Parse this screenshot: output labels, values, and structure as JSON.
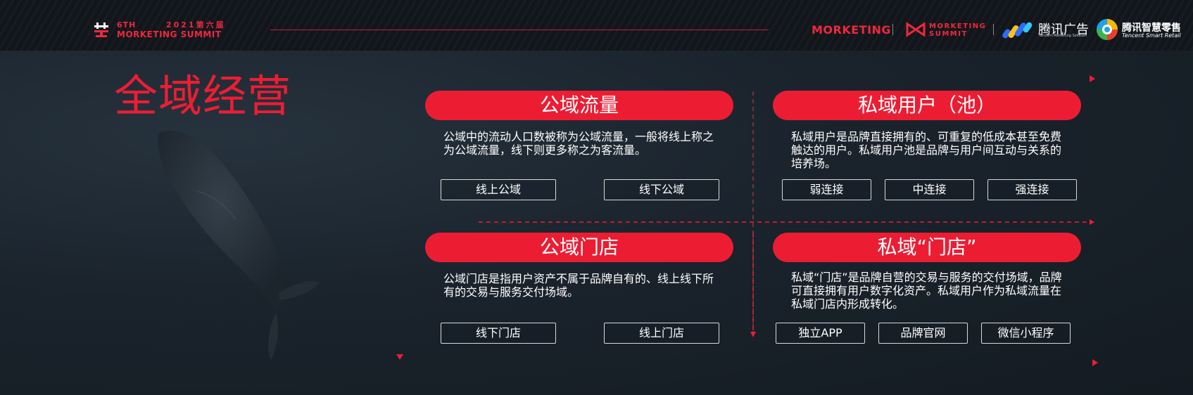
{
  "header": {
    "summit_num": "6TH",
    "summit_year": "2021第六届",
    "summit_name": "MORKETING SUMMIT",
    "brand_morketing": "MORKETING",
    "ms_line1": "MORKETING",
    "ms_line2": "SUMMIT",
    "tad_cn": "腾讯广告",
    "tad_en": "Tencent Marketing Solution",
    "tsr_cn": "腾讯智慧零售",
    "tsr_en": "Tencent Smart Retail"
  },
  "title": "全域经营",
  "colors": {
    "accent": "#ec1d33",
    "background": "#141c24"
  },
  "cards": {
    "public_traffic": {
      "title": "公域流量",
      "desc": "公域中的流动人口数被称为公域流量，一般将线上称之为公域流量，线下则更多称之为客流量。",
      "tags": [
        "线上公域",
        "线下公域"
      ]
    },
    "private_users": {
      "title": "私域用户（池）",
      "desc": "私域用户是品牌直接拥有的、可重复的低成本甚至免费触达的用户。私域用户池是品牌与用户间互动与关系的培养场。",
      "tags": [
        "弱连接",
        "中连接",
        "强连接"
      ]
    },
    "public_store": {
      "title": "公域门店",
      "desc": "公域门店是指用户资产不属于品牌自有的、线上线下所有的交易与服务交付场域。",
      "tags": [
        "线下门店",
        "线上门店"
      ]
    },
    "private_store": {
      "title": "私域“门店”",
      "desc": "私域“门店”是品牌自营的交易与服务的交付场域，品牌可直接拥有用户数字化资产。私域用户作为私域流量在私域门店内形成转化。",
      "tags": [
        "独立APP",
        "品牌官网",
        "微信小程序"
      ]
    }
  }
}
